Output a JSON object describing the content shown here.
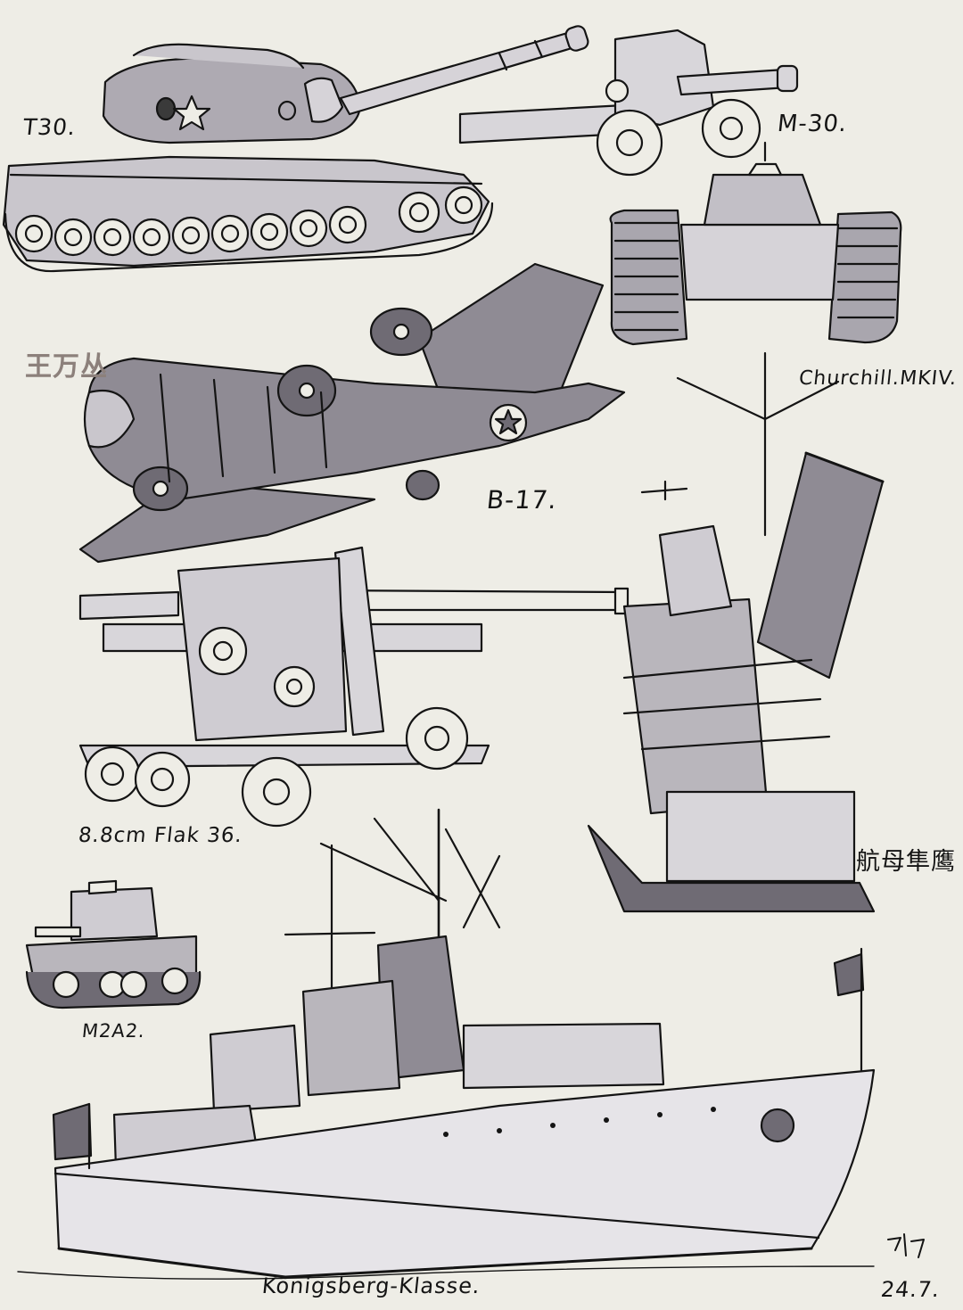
{
  "artist_stamp": "王万丛",
  "labels": {
    "t30": "T30.",
    "m30": "M-30.",
    "churchill": "Churchill.MKIV.",
    "b17": "B-17.",
    "flak": "8.8cm Flak 36.",
    "carrier": "航母隼鹰",
    "m2a2": "M2A2.",
    "konigsberg": "Königsberg-Klasse."
  },
  "signature": {
    "date": "24.7."
  },
  "colors": {
    "paper": "#eeede6",
    "ink": "#141414",
    "marker_gray": "#8f8b94",
    "light_gray": "#bdbac0",
    "stamp": "#8c807b"
  }
}
